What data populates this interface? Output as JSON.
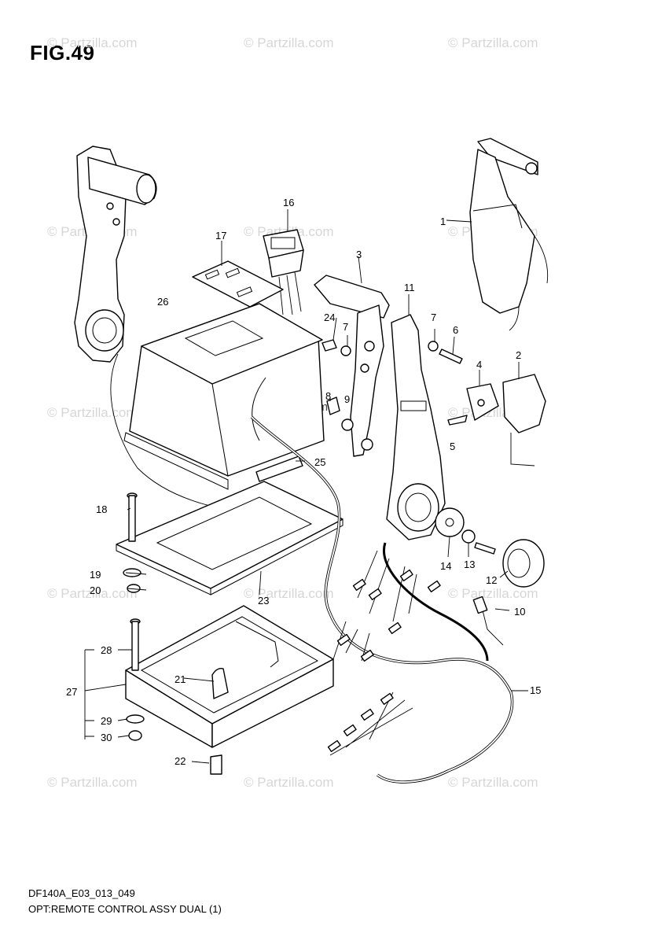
{
  "figure": {
    "title": "FIG.49",
    "code": "DF140A_E03_013_049",
    "caption": "OPT:REMOTE CONTROL ASSY DUAL (1)"
  },
  "watermark": {
    "text": "© Partzilla.com"
  },
  "callouts": [
    "1",
    "2",
    "3",
    "4",
    "5",
    "6",
    "7",
    "7",
    "8",
    "9",
    "10",
    "11",
    "12",
    "13",
    "14",
    "15",
    "16",
    "17",
    "18",
    "19",
    "20",
    "21",
    "22",
    "23",
    "24",
    "25",
    "26",
    "27",
    "28",
    "29",
    "30"
  ]
}
